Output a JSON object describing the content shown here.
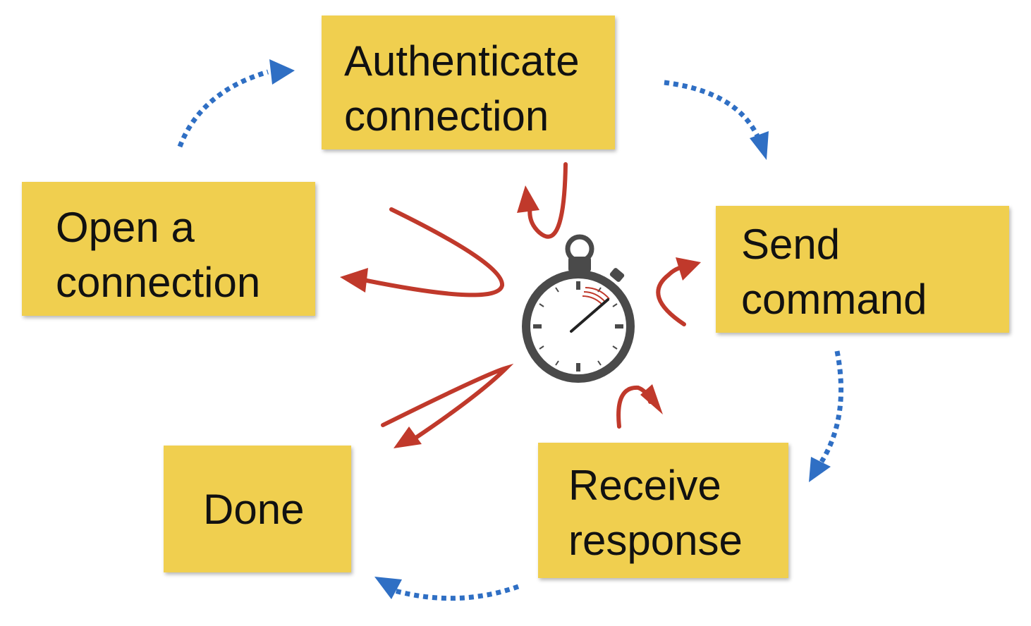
{
  "diagram": {
    "steps": [
      {
        "id": "authenticate",
        "lines": [
          "Authenticate",
          "connection"
        ]
      },
      {
        "id": "open",
        "lines": [
          "Open a",
          "connection"
        ]
      },
      {
        "id": "send",
        "lines": [
          "Send",
          "command"
        ]
      },
      {
        "id": "receive",
        "lines": [
          "Receive",
          "response"
        ]
      },
      {
        "id": "done",
        "lines": [
          "Done"
        ]
      }
    ],
    "flow_order": [
      "open",
      "authenticate",
      "send",
      "receive",
      "done"
    ],
    "colors": {
      "note_fill": "#f0cf4f",
      "flow_arrow": "#2f6fc4",
      "timeout_arrow": "#c0392b",
      "stopwatch": "#4a4a4a"
    },
    "icons": [
      "stopwatch-icon"
    ]
  }
}
